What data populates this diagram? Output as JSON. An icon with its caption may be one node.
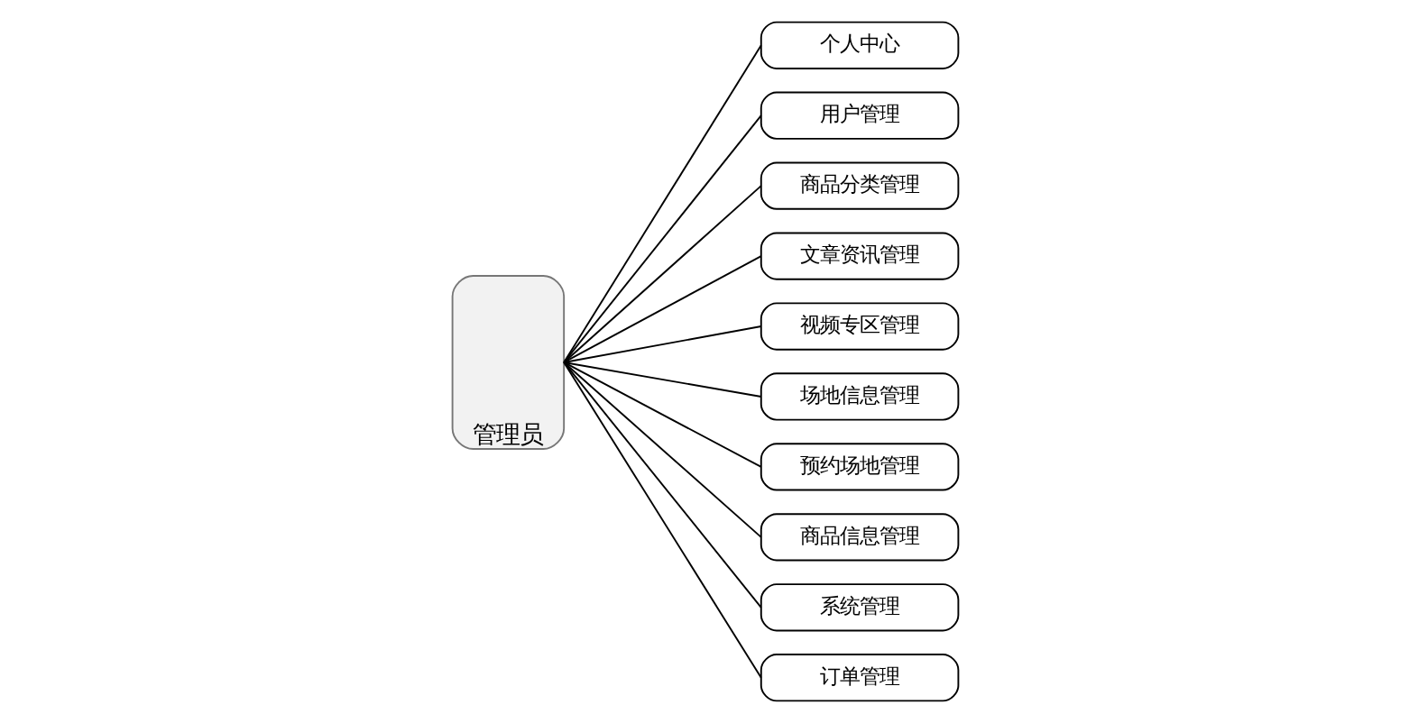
{
  "diagram": {
    "nodes": [
      {
        "text": [
          "管理员"
        ]
      },
      {
        "text": [
          "个人中心"
        ]
      },
      {
        "text": [
          "用户管理"
        ]
      },
      {
        "text": [
          "商品分类管理"
        ]
      },
      {
        "text": [
          "文章资讯管理"
        ]
      },
      {
        "text": [
          "视频专区管理"
        ]
      },
      {
        "text": [
          "场地信息管理"
        ]
      },
      {
        "text": [
          "预约场地管理"
        ]
      },
      {
        "text": [
          "商品信息管理"
        ]
      },
      {
        "text": [
          "系统管理"
        ]
      },
      {
        "text": [
          "订单管理"
        ]
      }
    ],
    "edges": [
      {
        "from": 0,
        "to": 1,
        "arrow": "none"
      },
      {
        "from": 0,
        "to": 2,
        "arrow": "none"
      },
      {
        "from": 0,
        "to": 3,
        "arrow": "none"
      },
      {
        "from": 0,
        "to": 4,
        "arrow": "none"
      },
      {
        "from": 0,
        "to": 5,
        "arrow": "none"
      },
      {
        "from": 0,
        "to": 6,
        "arrow": "none"
      },
      {
        "from": 0,
        "to": 7,
        "arrow": "none"
      },
      {
        "from": 0,
        "to": 8,
        "arrow": "none"
      },
      {
        "from": 0,
        "to": 9,
        "arrow": "none"
      },
      {
        "from": 0,
        "to": 10,
        "arrow": "none"
      }
    ]
  }
}
